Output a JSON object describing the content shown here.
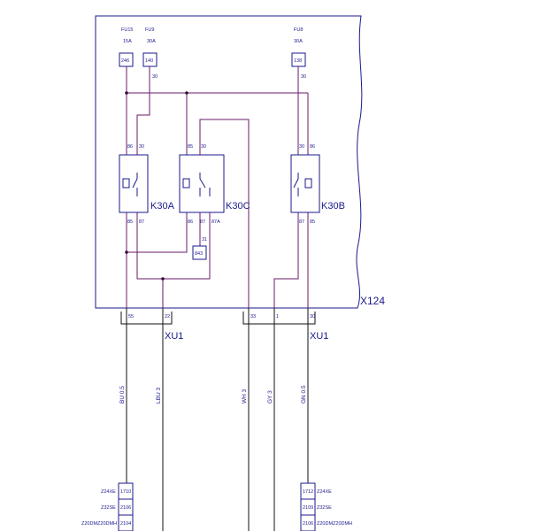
{
  "fuses": [
    {
      "name": "FU15",
      "rating": "15A",
      "code": "246"
    },
    {
      "name": "FU9",
      "rating": "30A",
      "code": "140",
      "pin": "30"
    },
    {
      "name": "FU8",
      "rating": "30A",
      "code": "138",
      "pin": "30"
    }
  ],
  "relays": [
    {
      "name": "K30A",
      "top_pins": [
        "86",
        "30"
      ],
      "bottom_pins": [
        "85",
        "87"
      ]
    },
    {
      "name": "K30C",
      "top_pins": [
        "85",
        "30"
      ],
      "bottom_pins": [
        "86",
        "87",
        "87A"
      ]
    },
    {
      "name": "K30B",
      "top_pins": [
        "30",
        "86"
      ],
      "bottom_pins": [
        "87",
        "85"
      ]
    }
  ],
  "junction": {
    "code": "843",
    "pin": "31"
  },
  "module_label": "X124",
  "connectors": [
    {
      "label": "XU1",
      "pins": [
        "55",
        "22"
      ]
    },
    {
      "label": "XU1",
      "pins": [
        "33",
        "1",
        "30"
      ]
    }
  ],
  "wires": [
    {
      "label": "BU 0.5"
    },
    {
      "label": "LBU 3"
    },
    {
      "label": "WH 3"
    },
    {
      "label": "GY 3"
    },
    {
      "label": "GN 0.5"
    }
  ],
  "terminals": {
    "left": {
      "names": [
        "Z24XE",
        "Z32SE",
        "Z20DMZ20DMH"
      ],
      "codes": [
        "1710",
        "2106",
        "2104"
      ]
    },
    "right": {
      "codes": [
        "1712",
        "2109",
        "2106"
      ],
      "names": [
        "Z24XE",
        "Z32SE",
        "Z20DMZ20DMH"
      ]
    }
  }
}
